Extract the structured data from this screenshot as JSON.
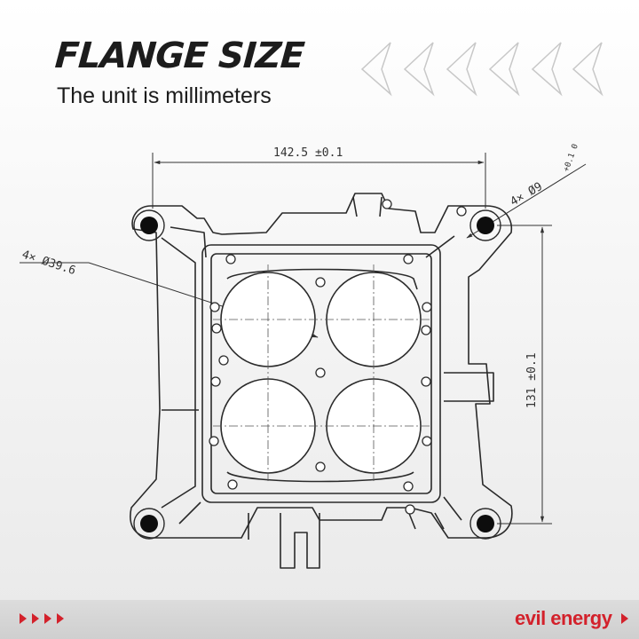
{
  "header": {
    "title": "FLANGE SIZE",
    "subtitle": "The unit is millimeters"
  },
  "dimensions": {
    "width_label": "142.5 ±0.1",
    "height_label": "131 ±0.1",
    "bore_label": "4× Ø39.6",
    "bolt_hole_label": "4× Ø9",
    "bolt_hole_tolerance": "+0.1 0"
  },
  "footer": {
    "brand": "evil energy"
  },
  "colors": {
    "accent_red": "#d3212b",
    "ink": "#1c1c1c",
    "outline": "#2a2a2a"
  },
  "icons": {
    "top_decoration": "chevron-left-icon",
    "footer_decoration": "chevron-right-icon"
  }
}
